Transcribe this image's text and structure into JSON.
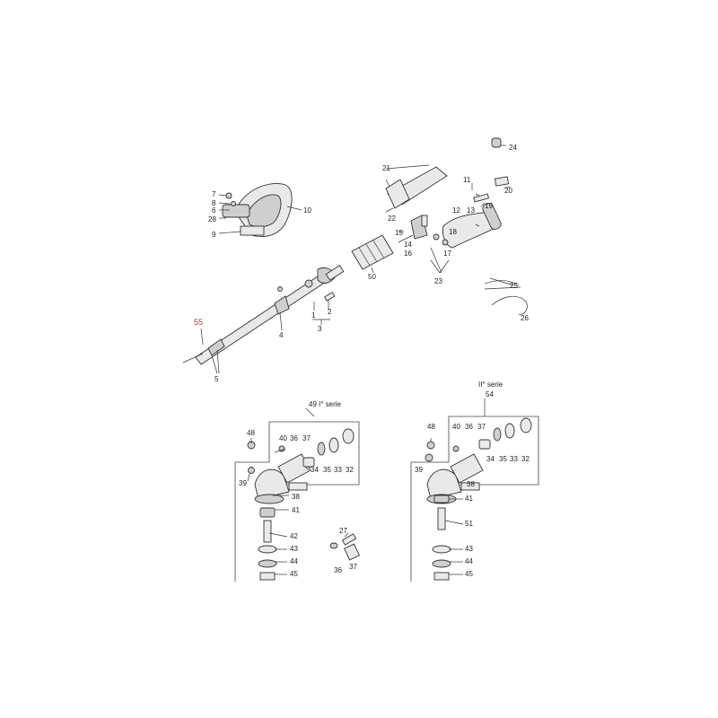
{
  "labels": {
    "p1": "1",
    "p2": "2",
    "p3": "3",
    "p4": "4",
    "p5": "5",
    "p6": "6",
    "p7": "7",
    "p8": "8",
    "p9": "9",
    "p10": "10",
    "p11": "11",
    "p12": "12",
    "p13": "13",
    "p14": "14",
    "p15": "15",
    "p16": "16",
    "p17": "17",
    "p18": "18",
    "p19": "19",
    "p20": "20",
    "p21": "21",
    "p22": "22",
    "p23": "23",
    "p24": "24",
    "p25": "25",
    "p26": "26",
    "p27": "27",
    "p28": "28",
    "p50": "50",
    "p55": "55",
    "g1_header_num": "49",
    "g1_header_txt": "I° serie",
    "g2_header_txt": "II° serie",
    "g2_header_num": "54",
    "g1_48": "48",
    "g1_40": "40",
    "g1_36": "36",
    "g1_37": "37",
    "g1_39": "39",
    "g1_34": "34",
    "g1_35": "35",
    "g1_33": "33",
    "g1_32": "32",
    "g1_38": "38",
    "g1_41": "41",
    "g1_42": "42",
    "g1_43": "43",
    "g1_44": "44",
    "g1_45": "45",
    "g2_48": "48",
    "g2_40": "40",
    "g2_36": "36",
    "g2_37": "37",
    "g2_39": "39",
    "g2_34": "34",
    "g2_35": "35",
    "g2_33": "33",
    "g2_32": "32",
    "g2_38": "38",
    "g2_41": "41",
    "g2_51": "51",
    "g2_43": "43",
    "g2_44": "44",
    "g2_45": "45",
    "mid_27": "27",
    "mid_36": "36",
    "mid_37": "37"
  }
}
